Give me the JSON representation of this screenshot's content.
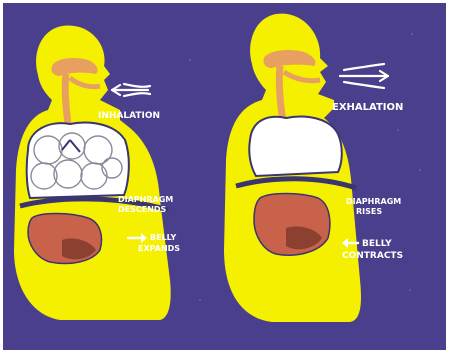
{
  "colors": {
    "background": "#4a3f8c",
    "body": "#f4f000",
    "airway": "#e8a060",
    "lungs": "#ffffff",
    "organs": "#c8624a",
    "diaphragm": "#3a3470",
    "text": "#ffffff"
  },
  "left_panel": {
    "title": "INHALATION",
    "diaphragm_line1": "DIAPHRAGM",
    "diaphragm_line2": "DESCENDS",
    "belly_line1": "BELLY",
    "belly_line2": "EXPANDS"
  },
  "right_panel": {
    "title": "EXHALATION",
    "diaphragm_line1": "DIAPHRAGM",
    "diaphragm_line2": "RISES",
    "belly_line1": "BELLY",
    "belly_line2": "CONTRACTS"
  },
  "icons": [
    "air-in-arrow-icon",
    "air-out-arrow-icon",
    "belly-arrow-icon"
  ]
}
